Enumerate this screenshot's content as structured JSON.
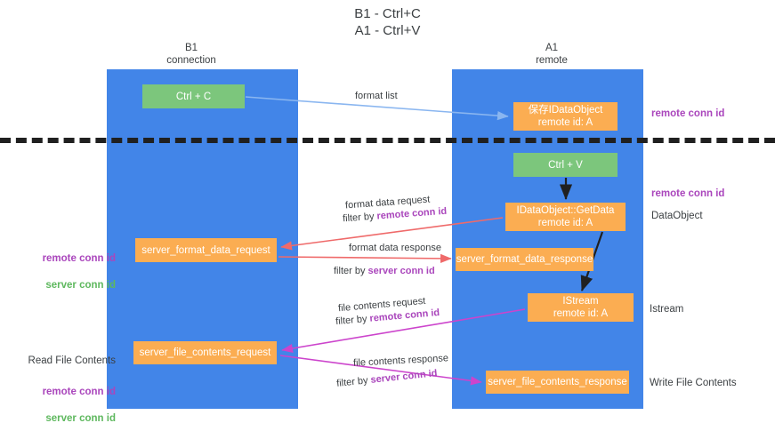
{
  "title": "B1 - Ctrl+C\nA1 - Ctrl+V",
  "columns": {
    "left": "B1\nconnection",
    "right": "A1\nremote"
  },
  "colors": {
    "lane": "#4285e8",
    "green_node": "#7cc67c",
    "orange_node": "#fbad52",
    "separator": "#202020",
    "purple_text": "#aa46bc",
    "green_text": "#5eb85e",
    "arrow_blue": "#8ab6f0",
    "arrow_black": "#202020",
    "arrow_red": "#ef6a6a",
    "arrow_magenta": "#cc44cc"
  },
  "nodes": {
    "ctrl_c": "Ctrl + C",
    "save_idataobject": "保存IDataObject\nremote id: A",
    "ctrl_v": "Ctrl + V",
    "idataobject_getdata": "IDataObject::GetData\nremote id: A",
    "server_format_data_request": "server_format_data_request",
    "server_format_data_response": "server_format_data_response",
    "istream": "IStream\nremote id: A",
    "server_file_contents_request": "server_file_contents_request",
    "server_file_contents_response": "server_file_contents_response"
  },
  "edge_labels": {
    "format_list": "format list",
    "format_data_request": "format data request",
    "format_data_request_filter_prefix": "filter by ",
    "format_data_request_filter_key": "remote conn id",
    "format_data_response": "format data response",
    "format_data_response_filter_prefix": "filter by ",
    "format_data_response_filter_key": "server conn id",
    "file_contents_request": "file contents request",
    "file_contents_request_filter_prefix": "filter by ",
    "file_contents_request_filter_key": "remote conn id",
    "file_contents_response": "file contents response",
    "file_contents_response_filter_prefix": "filter by ",
    "file_contents_response_filter_key": "server conn id"
  },
  "side_labels": {
    "right_remote_conn_id_top": "remote conn id",
    "right_remote_conn_id_mid": "remote conn id",
    "right_dataobject": "DataObject",
    "right_istream": "Istream",
    "right_write_file_contents": "Write File Contents",
    "left_read_file_contents": "Read File Contents",
    "left_remote_conn_id": "remote conn id",
    "left_server_conn_id": "server conn id"
  }
}
